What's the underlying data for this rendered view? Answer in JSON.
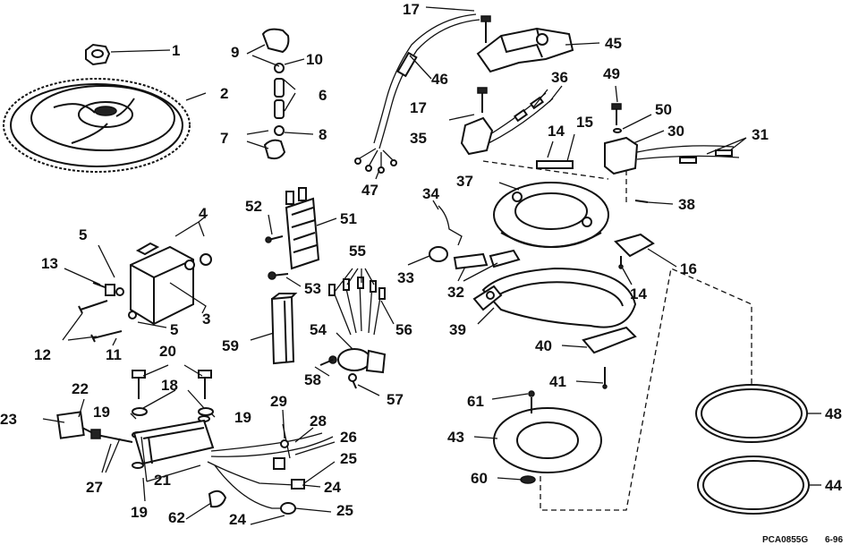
{
  "callouts": [
    {
      "id": "c1",
      "text": "1"
    },
    {
      "id": "c2",
      "text": "2"
    },
    {
      "id": "c3",
      "text": "3"
    },
    {
      "id": "c4",
      "text": "4"
    },
    {
      "id": "c5a",
      "text": "5"
    },
    {
      "id": "c5b",
      "text": "5"
    },
    {
      "id": "c6",
      "text": "6"
    },
    {
      "id": "c7",
      "text": "7"
    },
    {
      "id": "c8",
      "text": "8"
    },
    {
      "id": "c9",
      "text": "9"
    },
    {
      "id": "c10",
      "text": "10"
    },
    {
      "id": "c11",
      "text": "11"
    },
    {
      "id": "c12",
      "text": "12"
    },
    {
      "id": "c13",
      "text": "13"
    },
    {
      "id": "c14a",
      "text": "14"
    },
    {
      "id": "c14b",
      "text": "14"
    },
    {
      "id": "c15",
      "text": "15"
    },
    {
      "id": "c16",
      "text": "16"
    },
    {
      "id": "c17a",
      "text": "17"
    },
    {
      "id": "c17b",
      "text": "17"
    },
    {
      "id": "c18",
      "text": "18"
    },
    {
      "id": "c19a",
      "text": "19"
    },
    {
      "id": "c19b",
      "text": "19"
    },
    {
      "id": "c19c",
      "text": "19"
    },
    {
      "id": "c20",
      "text": "20"
    },
    {
      "id": "c21",
      "text": "21"
    },
    {
      "id": "c22",
      "text": "22"
    },
    {
      "id": "c23",
      "text": "23"
    },
    {
      "id": "c24a",
      "text": "24"
    },
    {
      "id": "c24b",
      "text": "24"
    },
    {
      "id": "c25a",
      "text": "25"
    },
    {
      "id": "c25b",
      "text": "25"
    },
    {
      "id": "c26",
      "text": "26"
    },
    {
      "id": "c27",
      "text": "27"
    },
    {
      "id": "c28",
      "text": "28"
    },
    {
      "id": "c29",
      "text": "29"
    },
    {
      "id": "c30",
      "text": "30"
    },
    {
      "id": "c31",
      "text": "31"
    },
    {
      "id": "c32",
      "text": "32"
    },
    {
      "id": "c33",
      "text": "33"
    },
    {
      "id": "c34",
      "text": "34"
    },
    {
      "id": "c35",
      "text": "35"
    },
    {
      "id": "c36",
      "text": "36"
    },
    {
      "id": "c37",
      "text": "37"
    },
    {
      "id": "c38",
      "text": "38"
    },
    {
      "id": "c39",
      "text": "39"
    },
    {
      "id": "c40",
      "text": "40"
    },
    {
      "id": "c41",
      "text": "41"
    },
    {
      "id": "c43",
      "text": "43"
    },
    {
      "id": "c44",
      "text": "44"
    },
    {
      "id": "c45",
      "text": "45"
    },
    {
      "id": "c46",
      "text": "46"
    },
    {
      "id": "c47",
      "text": "47"
    },
    {
      "id": "c48",
      "text": "48"
    },
    {
      "id": "c49",
      "text": "49"
    },
    {
      "id": "c50",
      "text": "50"
    },
    {
      "id": "c51",
      "text": "51"
    },
    {
      "id": "c52",
      "text": "52"
    },
    {
      "id": "c53",
      "text": "53"
    },
    {
      "id": "c54",
      "text": "54"
    },
    {
      "id": "c55",
      "text": "55"
    },
    {
      "id": "c56",
      "text": "56"
    },
    {
      "id": "c57",
      "text": "57"
    },
    {
      "id": "c58",
      "text": "58"
    },
    {
      "id": "c59",
      "text": "59"
    },
    {
      "id": "c60",
      "text": "60"
    },
    {
      "id": "c61",
      "text": "61"
    },
    {
      "id": "c62",
      "text": "62"
    }
  ],
  "footer": {
    "code": "PCA0855G",
    "date": "6-96"
  },
  "colors": {
    "ink": "#111111",
    "paper": "#ffffff"
  }
}
